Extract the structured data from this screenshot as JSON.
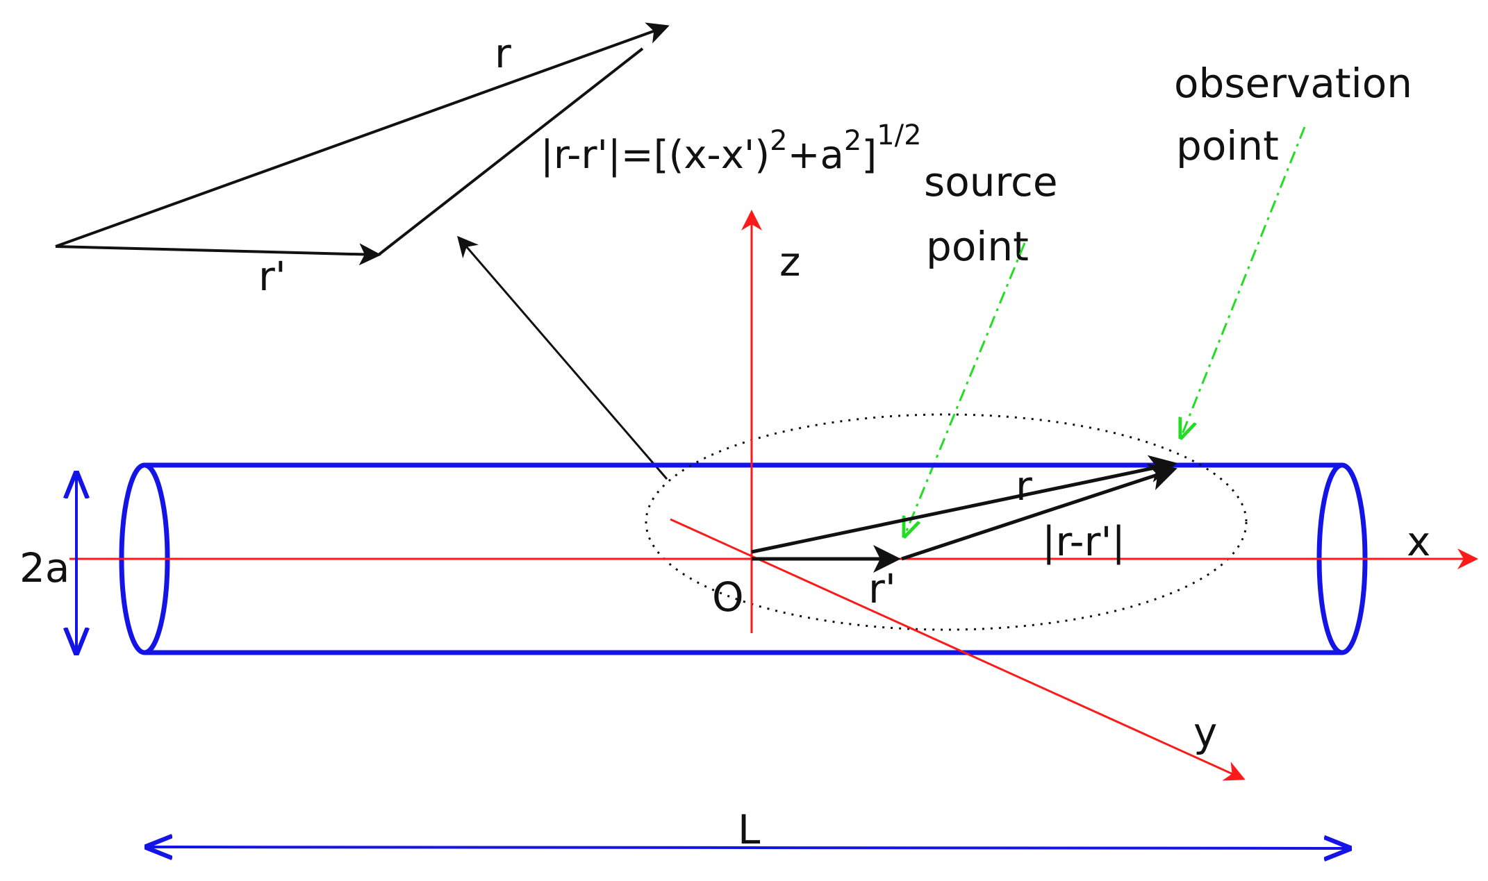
{
  "colors": {
    "ink": "#111111",
    "axis": "#ff1a1a",
    "cylinder": "#1414e6",
    "pointer": "#22dd22"
  },
  "labels": {
    "inset_r": "r",
    "inset_r_prime": "r'",
    "formula_lhs": "|r-r'|=[(x-x')",
    "formula_sup1": "2",
    "formula_mid": "+a",
    "formula_sup2": "2",
    "formula_end": "]",
    "formula_sup3": "1/2",
    "source_line1": "source",
    "source_line2": "point",
    "observation_line1": "observation",
    "observation_line2": "point",
    "axis_z": "z",
    "axis_x": "x",
    "axis_y": "y",
    "origin": "O",
    "radius": "2a",
    "length": "L",
    "main_r": "r",
    "main_r_prime": "r'",
    "main_diff": "|r-r'|"
  }
}
